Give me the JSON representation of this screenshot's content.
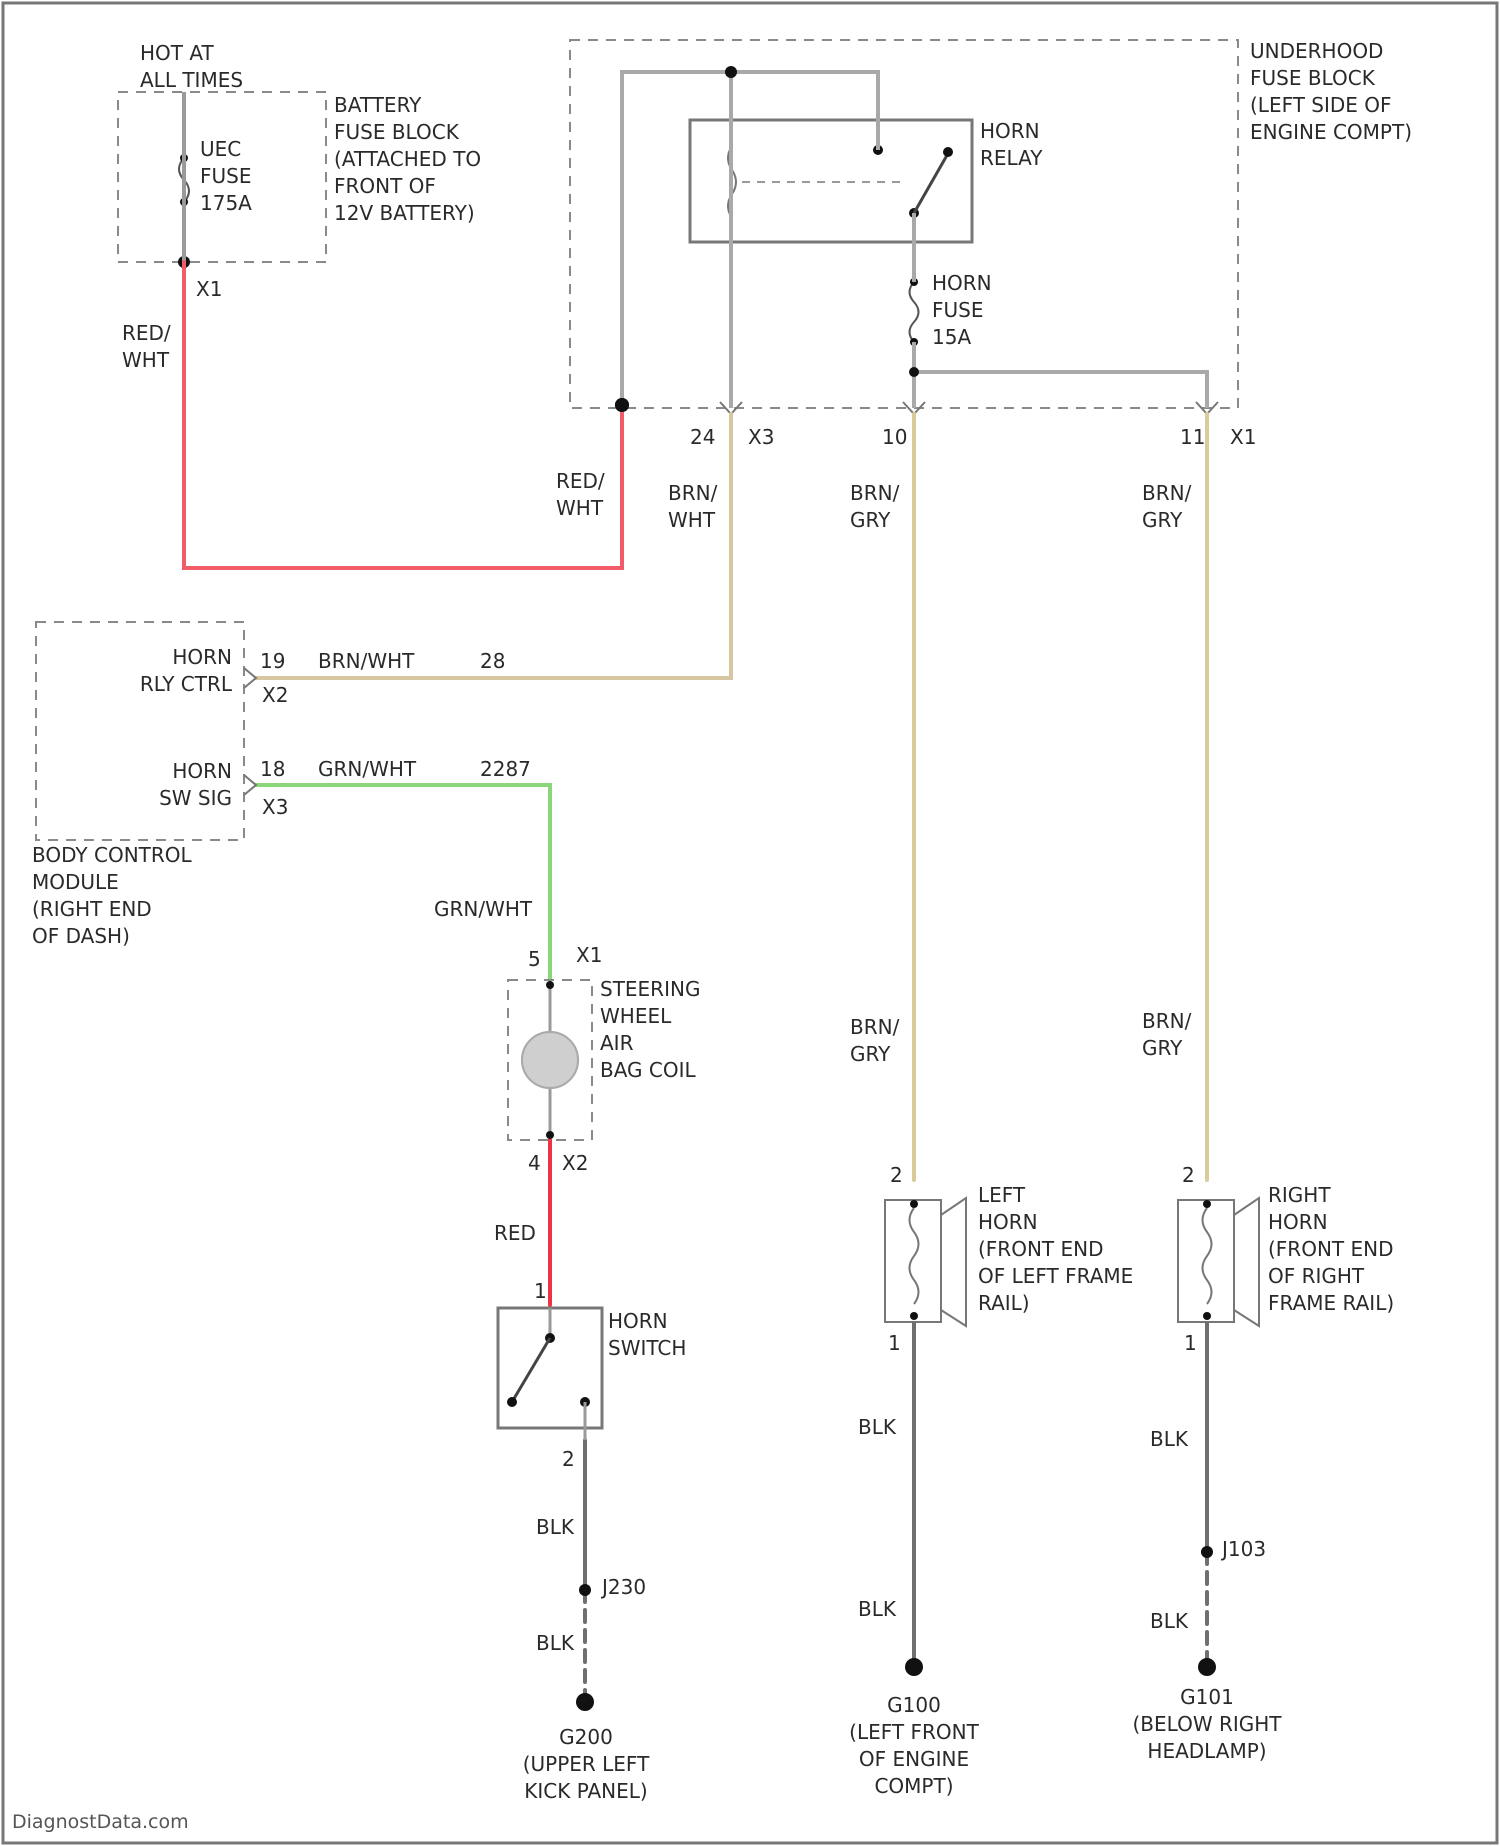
{
  "colors": {
    "red_white": "#f25b6a",
    "red": "#ee3344",
    "brn_white": "#d7c7a0",
    "brn_gry": "#d9cc98",
    "grn_white": "#8bd67a",
    "blk": "#6f6f6f",
    "gray": "#a9a9a9",
    "frame": "#777777"
  },
  "text": {
    "hot_at_all_times": [
      "HOT AT",
      "ALL TIMES"
    ],
    "uec_fuse": [
      "UEC",
      "FUSE",
      "175A"
    ],
    "battery_fuse_block": [
      "BATTERY",
      "FUSE BLOCK",
      "(ATTACHED TO",
      "FRONT OF",
      "12V BATTERY)"
    ],
    "x1_batt": "X1",
    "red_white_1": [
      "RED/",
      "WHT"
    ],
    "underhood_fuse_block": [
      "UNDERHOOD",
      "FUSE BLOCK",
      "(LEFT SIDE OF",
      "ENGINE COMPT)"
    ],
    "horn_relay": [
      "HORN",
      "RELAY"
    ],
    "horn_fuse": [
      "HORN",
      "FUSE",
      "15A"
    ],
    "pin_24": "24",
    "x3_uh": "X3",
    "pin_10": "10",
    "pin_11": "11",
    "x1_uh": "X1",
    "red_white_2": [
      "RED/",
      "WHT"
    ],
    "brn_wht_vert": [
      "BRN/",
      "WHT"
    ],
    "brn_gry_top_left": [
      "BRN/",
      "GRY"
    ],
    "brn_gry_top_right": [
      "BRN/",
      "GRY"
    ],
    "bcm_horn_rly": [
      "HORN",
      "RLY CTRL"
    ],
    "bcm_pin_19": "19",
    "bcm_brn_wht": "BRN/WHT",
    "bcm_circ_28": "28",
    "bcm_x2": "X2",
    "bcm_horn_sw": [
      "HORN",
      "SW SIG"
    ],
    "bcm_pin_18": "18",
    "bcm_grn_wht": "GRN/WHT",
    "bcm_circ_2287": "2287",
    "bcm_x3": "X3",
    "bcm_label": [
      "BODY CONTROL",
      "MODULE",
      "(RIGHT END",
      "OF DASH)"
    ],
    "grn_wht_vert": "GRN/WHT",
    "coil_pin_5": "5",
    "coil_x1": "X1",
    "coil_label": [
      "STEERING",
      "WHEEL",
      "AIR",
      "BAG COIL"
    ],
    "coil_pin_4": "4",
    "coil_x2": "X2",
    "red_vert": "RED",
    "sw_pin_1": "1",
    "horn_switch": [
      "HORN",
      "SWITCH"
    ],
    "sw_pin_2": "2",
    "blk_sw_1": "BLK",
    "splice_j230": "J230",
    "blk_sw_2": "BLK",
    "g200": [
      "G200",
      "(UPPER LEFT",
      "KICK PANEL)"
    ],
    "brn_gry_bot_left": [
      "BRN/",
      "GRY"
    ],
    "brn_gry_bot_right": [
      "BRN/",
      "GRY"
    ],
    "lh_pin_2": "2",
    "left_horn": [
      "LEFT",
      "HORN",
      "(FRONT END",
      "OF LEFT FRAME",
      "RAIL)"
    ],
    "lh_pin_1": "1",
    "blk_lh_1": "BLK",
    "blk_lh_2": "BLK",
    "g100": [
      "G100",
      "(LEFT FRONT",
      "OF ENGINE",
      "COMPT)"
    ],
    "rh_pin_2": "2",
    "right_horn": [
      "RIGHT",
      "HORN",
      "(FRONT END",
      "OF RIGHT",
      "FRAME RAIL)"
    ],
    "rh_pin_1": "1",
    "blk_rh_1": "BLK",
    "splice_j103": "J103",
    "blk_rh_2": "BLK",
    "g101": [
      "G101",
      "(BELOW RIGHT",
      "HEADLAMP)"
    ],
    "watermark": "DiagnostData.com"
  }
}
